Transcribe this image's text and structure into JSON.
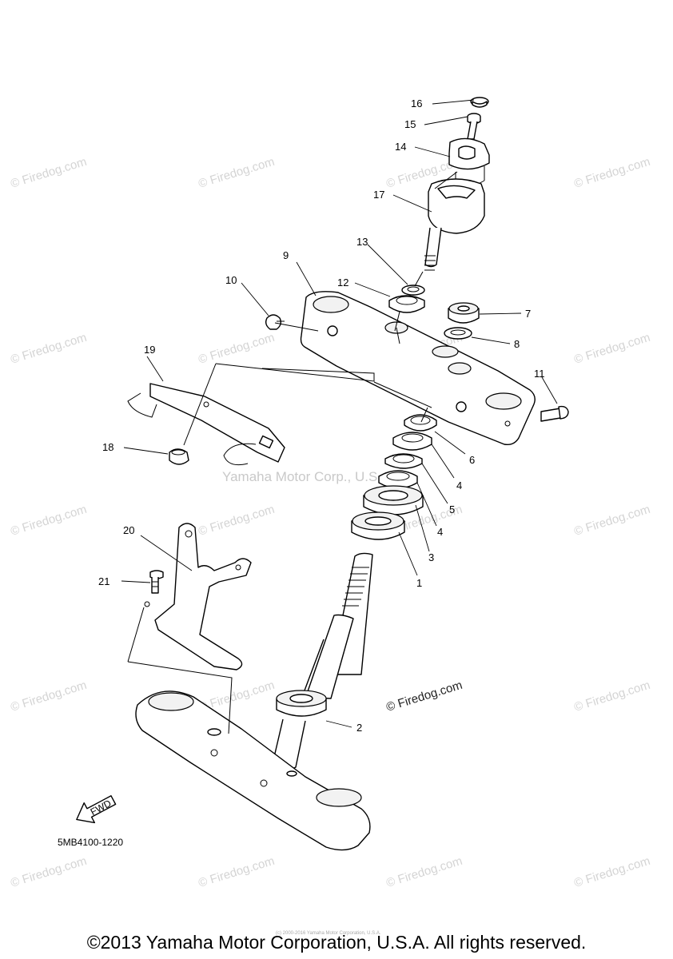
{
  "labels": {
    "p1": "1",
    "p2": "2",
    "p3": "3",
    "p4a": "4",
    "p4b": "4",
    "p5": "5",
    "p6": "6",
    "p7": "7",
    "p8": "8",
    "p9": "9",
    "p10": "10",
    "p11": "11",
    "p12": "12",
    "p13": "13",
    "p14": "14",
    "p15": "15",
    "p16": "16",
    "p17": "17",
    "p18": "18",
    "p19": "19",
    "p20": "20",
    "p21": "21"
  },
  "diagram_code": "5MB4100-1220",
  "fwd_label": "FWD",
  "watermark": "© Firedog.com",
  "watermark_dark": "© Firedog.com",
  "yamaha_watermark": "Yamaha Motor Corp., U.S.A.",
  "tiny_copyright": "(c) 2000-2016 Yamaha Motor Corporation, U.S.A.",
  "footer_text": "©2013 Yamaha Motor Corporation, U.S.A. All rights reserved."
}
